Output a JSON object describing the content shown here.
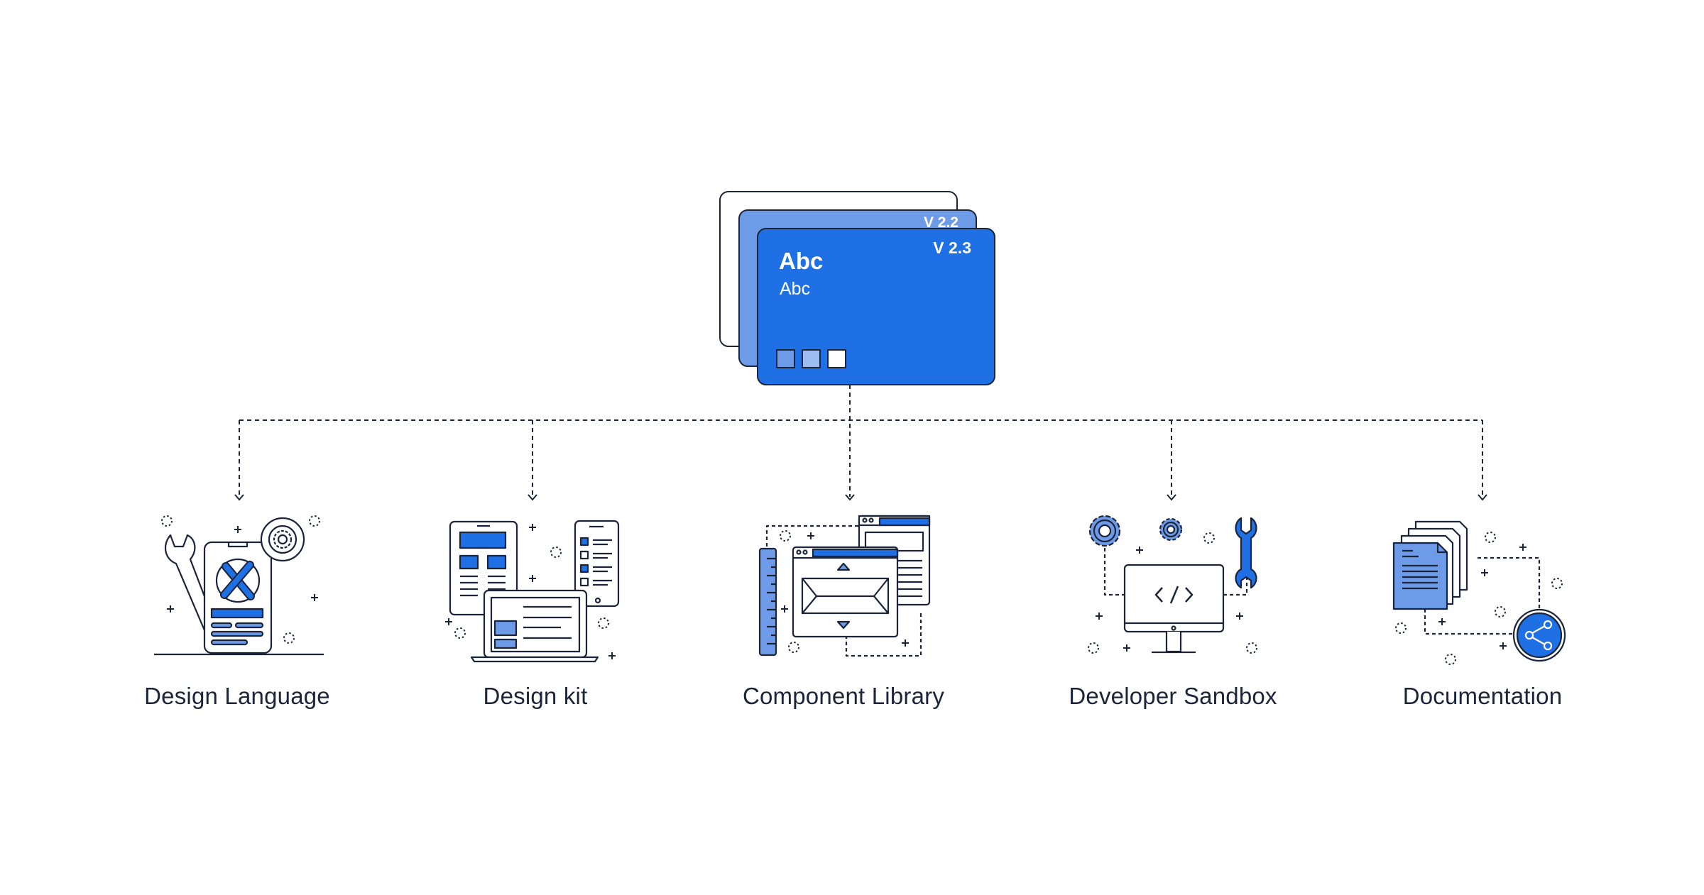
{
  "version_stack": {
    "back_version": "V 2.2",
    "front_version": "V 2.3",
    "front_title": "Abc",
    "front_subtitle": "Abc"
  },
  "nodes": [
    {
      "id": "design-language",
      "label": "Design Language"
    },
    {
      "id": "design-kit",
      "label": "Design kit"
    },
    {
      "id": "component-library",
      "label": "Component Library"
    },
    {
      "id": "developer-sandbox",
      "label": "Developer Sandbox"
    },
    {
      "id": "documentation",
      "label": "Documentation"
    }
  ],
  "colors": {
    "primary_blue": "#1f6fe5",
    "mid_blue": "#6d9be8",
    "light_blue": "#9dbdf2",
    "outline": "#1b2438"
  }
}
